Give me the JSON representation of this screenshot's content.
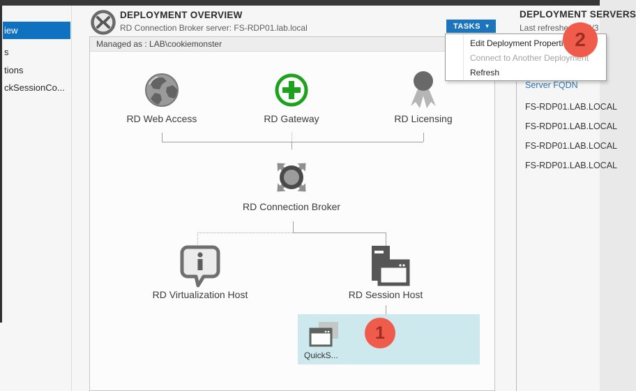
{
  "sidebar": {
    "items": [
      {
        "label": "iew",
        "active": true
      },
      {
        "label": "s",
        "active": false
      },
      {
        "label": "tions",
        "active": false
      },
      {
        "label": "ckSessionCo...",
        "active": false
      }
    ]
  },
  "overview": {
    "title": "DEPLOYMENT OVERVIEW",
    "subtitle": "RD Connection Broker server: FS-RDP01.lab.local",
    "managed_as": "Managed as : LAB\\cookiemonster",
    "tasks_label": "TASKS"
  },
  "diagram": {
    "nodes": {
      "web_access": "RD Web Access",
      "gateway": "RD Gateway",
      "licensing": "RD Licensing",
      "broker": "RD Connection Broker",
      "virtualization_host": "RD Virtualization Host",
      "session_host": "RD Session Host"
    },
    "collection": {
      "label": "QuickS..."
    }
  },
  "tasks_menu": {
    "items": [
      {
        "label": "Edit Deployment Properties",
        "enabled": true
      },
      {
        "label": "Connect to Another Deployment",
        "enabled": false
      },
      {
        "label": "Refresh",
        "enabled": true
      }
    ]
  },
  "servers_panel": {
    "title": "DEPLOYMENT SERVERS",
    "last_refreshed": "Last refreshed on 4/3",
    "column_header": "Server FQDN",
    "rows": [
      "FS-RDP01.LAB.LOCAL",
      "FS-RDP01.LAB.LOCAL",
      "FS-RDP01.LAB.LOCAL",
      "FS-RDP01.LAB.LOCAL"
    ]
  },
  "annotations": {
    "badge_1": "1",
    "badge_2": "2"
  },
  "colors": {
    "accent_blue": "#1171c1",
    "tasks_button_blue": "#1b74bc",
    "badge_fill": "#ef5c4b",
    "badge_text": "#9c2d20",
    "selection_box_cyan": "#cde9ee",
    "gateway_green": "#1ea21e",
    "link_blue": "#2e75b5",
    "topbar_gray": "#383838"
  }
}
